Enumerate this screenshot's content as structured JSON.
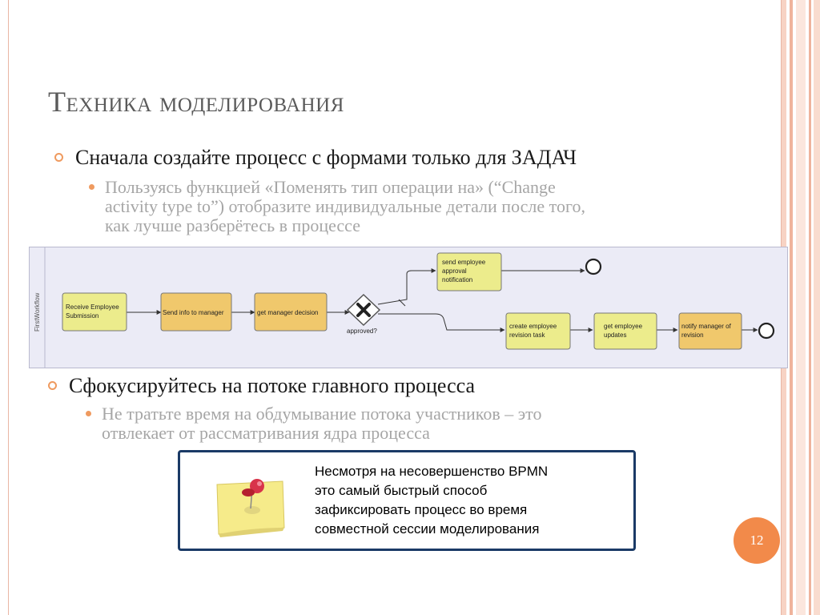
{
  "title": "Техника моделирования",
  "bullets": [
    {
      "text": "Сначала создайте процесс с формами только для ЗАДАЧ",
      "sub": [
        "Пользуясь функцией «Поменять тип операции на» (“Change",
        "activity type to”) отобразите индивидуальные детали после того,",
        "как лучше разберётесь в процессе"
      ]
    },
    {
      "text": "Сфокусируйтесь на потоке главного процесса",
      "sub": [
        "Не тратьте время на обдумывание потока участников – это",
        "отвлекает от рассматривания ядра процесса"
      ]
    }
  ],
  "diagram": {
    "pool_label": "FirstWorkflow",
    "tasks": {
      "receive": [
        "Receive Employee",
        "Submission"
      ],
      "send_info": [
        "Send info to manager"
      ],
      "get_decision": [
        "get manager decision"
      ],
      "send_approval": [
        "send employee",
        "approval",
        "notification"
      ],
      "create_revision": [
        "create employee",
        "revision task"
      ],
      "get_updates": [
        "get employee",
        "updates"
      ],
      "notify_manager": [
        "notify manager of",
        "revision"
      ]
    },
    "gateway_label": "approved?"
  },
  "note": {
    "lines": [
      "Несмотря на несовершенство BPMN",
      "это самый быстрый способ",
      "зафиксировать процесс во время",
      "совместной сессии моделирования"
    ]
  },
  "page_number": "12",
  "colors": {
    "accent": "#ef9a5f",
    "task_green": "#ecec8c",
    "task_orange": "#f0c86c",
    "note_border": "#1a3a66",
    "lane_bg": "#ebebf6"
  }
}
